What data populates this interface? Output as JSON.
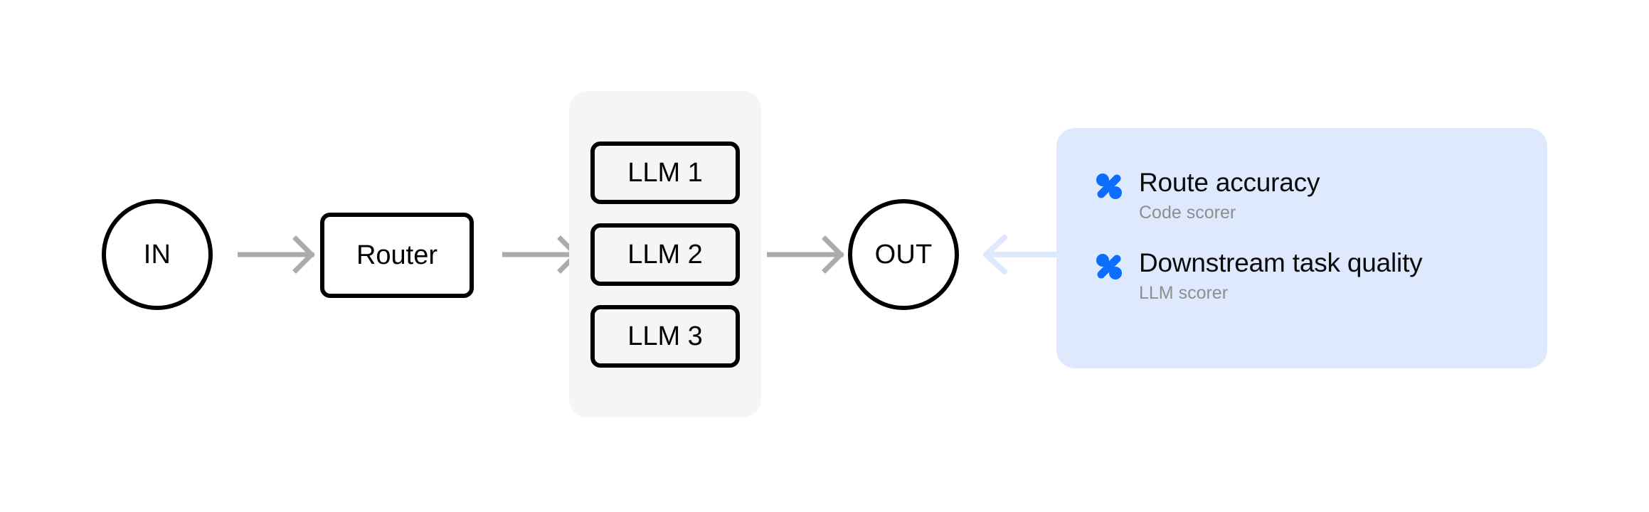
{
  "diagram": {
    "title": "LLM router pipeline with scorers",
    "colors": {
      "stroke": "#000000",
      "group_background": "#f5f5f5",
      "arrow_gray": "#ababab",
      "arrow_blue": "#dee9fd",
      "panel_background": "#dee9fd",
      "icon_blue": "#0d6efd",
      "subtitle_gray": "#8e8e8e"
    },
    "nodes": {
      "input": {
        "label": "IN",
        "shape": "circle"
      },
      "router": {
        "label": "Router",
        "shape": "rounded-rect"
      },
      "output": {
        "label": "OUT",
        "shape": "circle"
      }
    },
    "llm_group": {
      "items": [
        {
          "label": "LLM 1"
        },
        {
          "label": "LLM 2"
        },
        {
          "label": "LLM 3"
        }
      ]
    },
    "arrows": [
      {
        "name": "in-to-router",
        "direction": "right",
        "color": "#ababab"
      },
      {
        "name": "router-to-llm",
        "direction": "right",
        "color": "#ababab"
      },
      {
        "name": "llm-to-out",
        "direction": "right",
        "color": "#ababab"
      },
      {
        "name": "scorers-to-out",
        "direction": "left",
        "color": "#dee9fd"
      }
    ],
    "scorer_panel": {
      "items": [
        {
          "icon": "percent-scorer-icon",
          "title": "Route accuracy",
          "subtitle": "Code scorer"
        },
        {
          "icon": "percent-scorer-icon",
          "title": "Downstream task quality",
          "subtitle": "LLM scorer"
        }
      ]
    }
  }
}
